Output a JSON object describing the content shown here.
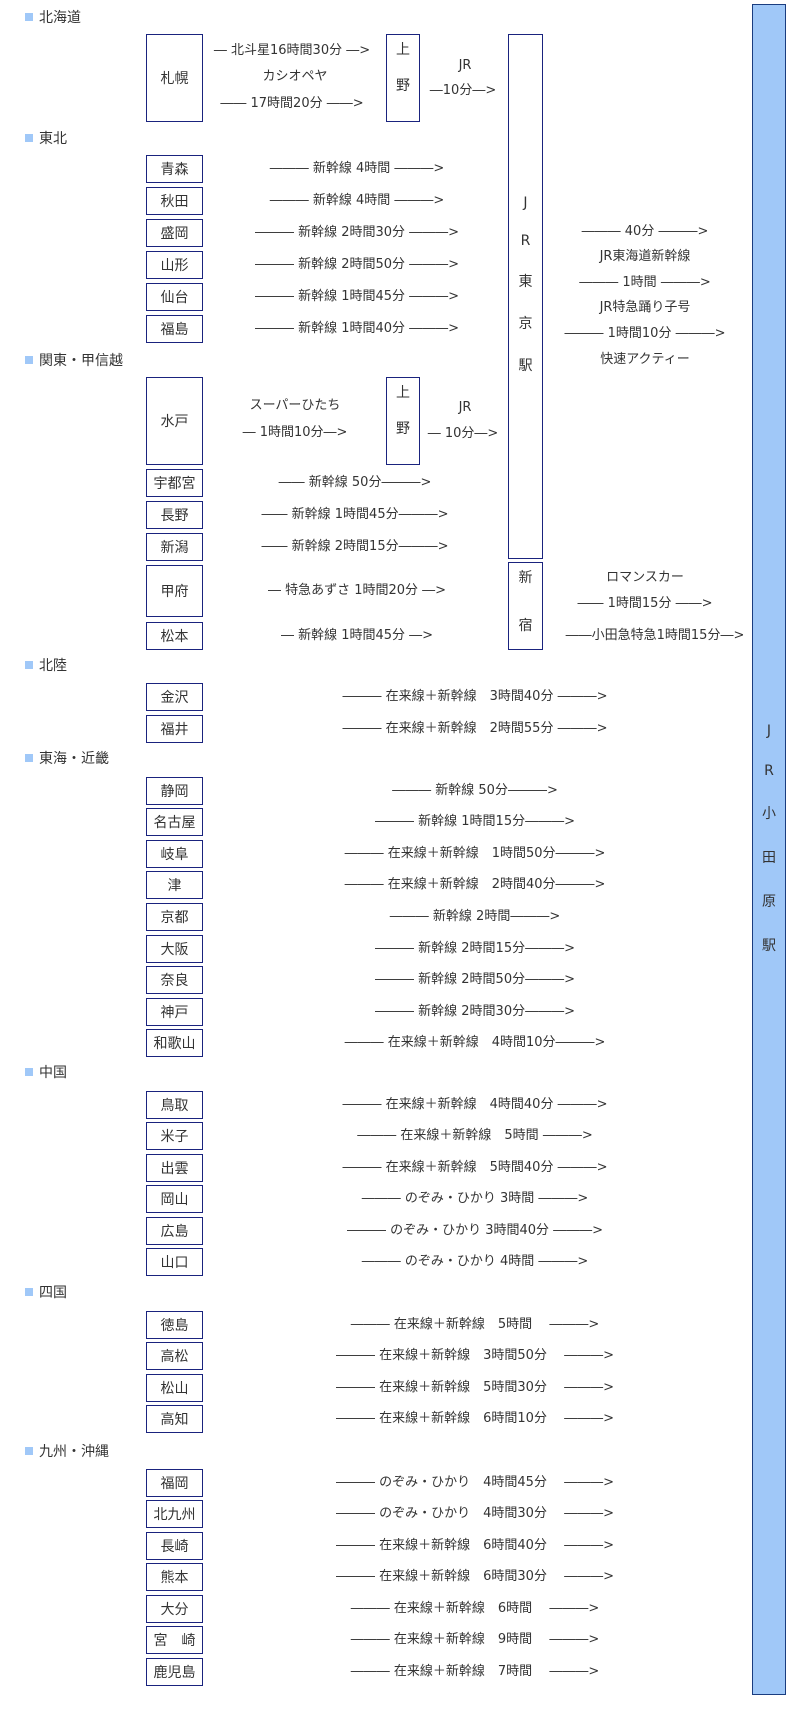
{
  "theme": {
    "box_border": "#1a237e",
    "bar_fill": "#a0c8f8",
    "bullet": "#a0c8f8"
  },
  "regions": {
    "hokkaido": "北海道",
    "tohoku": "東北",
    "kanto": "関東・甲信越",
    "hokuriku": "北陸",
    "tokai": "東海・近畿",
    "chugoku": "中国",
    "shikoku": "四国",
    "kyushu": "九州・沖縄"
  },
  "hubs": {
    "ueno1": [
      "上",
      "野"
    ],
    "ueno2": [
      "上",
      "野"
    ],
    "tokyo": [
      "J",
      "R",
      "東",
      "京",
      "駅"
    ],
    "shinjuku": [
      "新",
      "宿"
    ],
    "odawara": [
      "J",
      "R",
      "小",
      "田",
      "原",
      "駅"
    ]
  },
  "sapporo": {
    "city": "札幌",
    "line1": "― 北斗星16時間30分 ―>",
    "line2": "カシオペヤ",
    "line3": "―― 17時間20分 ――>",
    "jr": "JR",
    "jr_time": "―10分―>"
  },
  "tohoku_routes": [
    {
      "city": "青森",
      "route": "――― 新幹線 4時間 ―――>"
    },
    {
      "city": "秋田",
      "route": "――― 新幹線 4時間 ―――>"
    },
    {
      "city": "盛岡",
      "route": "――― 新幹線 2時間30分 ―――>"
    },
    {
      "city": "山形",
      "route": "――― 新幹線 2時間50分 ―――>"
    },
    {
      "city": "仙台",
      "route": "――― 新幹線 1時間45分 ―――>"
    },
    {
      "city": "福島",
      "route": "――― 新幹線 1時間40分 ―――>"
    }
  ],
  "tokyo_to_odawara": [
    "――― 40分 ―――>",
    "JR東海道新幹線",
    "――― 1時間 ―――>",
    "JR特急踊り子号",
    "――― 1時間10分 ―――>",
    "快速アクティー"
  ],
  "mito": {
    "city": "水戸",
    "line1": "スーパーひたち",
    "line2": "― 1時間10分―>",
    "jr": "JR",
    "jr_time": "― 10分―>"
  },
  "kanto_routes": [
    {
      "city": "宇都宮",
      "route": "―― 新幹線 50分―――>"
    },
    {
      "city": "長野",
      "route": "―― 新幹線 1時間45分―――>"
    },
    {
      "city": "新潟",
      "route": "―― 新幹線 2時間15分―――>"
    }
  ],
  "kofu": {
    "city": "甲府",
    "route": "― 特急あずさ 1時間20分 ―>"
  },
  "matsumoto": {
    "city": "松本",
    "route": "― 新幹線 1時間45分 ―>"
  },
  "shinjuku_to_odawara": {
    "line1": "ロマンスカー",
    "line2": "―― 1時間15分 ――>",
    "line3": "――小田急特急1時間15分―>"
  },
  "hokuriku_routes": [
    {
      "city": "金沢",
      "route": "――― 在来線＋新幹線　3時間40分 ―――>"
    },
    {
      "city": "福井",
      "route": "――― 在来線＋新幹線　2時間55分 ―――>"
    }
  ],
  "tokai_routes": [
    {
      "city": "静岡",
      "route": "――― 新幹線 50分―――>"
    },
    {
      "city": "名古屋",
      "route": "――― 新幹線 1時間15分―――>"
    },
    {
      "city": "岐阜",
      "route": "――― 在来線＋新幹線　1時間50分―――>"
    },
    {
      "city": "津",
      "route": "――― 在来線＋新幹線　2時間40分―――>"
    },
    {
      "city": "京都",
      "route": "――― 新幹線 2時間―――>"
    },
    {
      "city": "大阪",
      "route": "――― 新幹線 2時間15分―――>"
    },
    {
      "city": "奈良",
      "route": "――― 新幹線 2時間50分―――>"
    },
    {
      "city": "神戸",
      "route": "――― 新幹線 2時間30分―――>"
    },
    {
      "city": "和歌山",
      "route": "――― 在来線＋新幹線　4時間10分―――>"
    }
  ],
  "chugoku_routes": [
    {
      "city": "鳥取",
      "route": "――― 在来線＋新幹線　4時間40分 ―――>"
    },
    {
      "city": "米子",
      "route": "――― 在来線＋新幹線　5時間 ―――>"
    },
    {
      "city": "出雲",
      "route": "――― 在来線＋新幹線　5時間40分 ―――>"
    },
    {
      "city": "岡山",
      "route": "――― のぞみ・ひかり 3時間 ―――>"
    },
    {
      "city": "広島",
      "route": "――― のぞみ・ひかり 3時間40分 ―――>"
    },
    {
      "city": "山口",
      "route": "――― のぞみ・ひかり 4時間 ―――>"
    }
  ],
  "shikoku_routes": [
    {
      "city": "徳島",
      "route": "――― 在来線＋新幹線　5時間　 ―――>"
    },
    {
      "city": "高松",
      "route": "――― 在来線＋新幹線　3時間50分　 ―――>"
    },
    {
      "city": "松山",
      "route": "――― 在来線＋新幹線　5時間30分　 ―――>"
    },
    {
      "city": "高知",
      "route": "――― 在来線＋新幹線　6時間10分　 ―――>"
    }
  ],
  "kyushu_routes": [
    {
      "city": "福岡",
      "route": "――― のぞみ・ひかり　4時間45分　 ―――>"
    },
    {
      "city": "北九州",
      "route": "――― のぞみ・ひかり　4時間30分　 ―――>"
    },
    {
      "city": "長崎",
      "route": "――― 在来線＋新幹線　6時間40分　 ―――>"
    },
    {
      "city": "熊本",
      "route": "――― 在来線＋新幹線　6時間30分　 ―――>"
    },
    {
      "city": "大分",
      "route": "――― 在来線＋新幹線　6時間　 ―――>"
    },
    {
      "city": "宮　崎",
      "route": "――― 在来線＋新幹線　9時間　 ―――>"
    },
    {
      "city": "鹿児島",
      "route": "――― 在来線＋新幹線　7時間　 ―――>"
    }
  ]
}
